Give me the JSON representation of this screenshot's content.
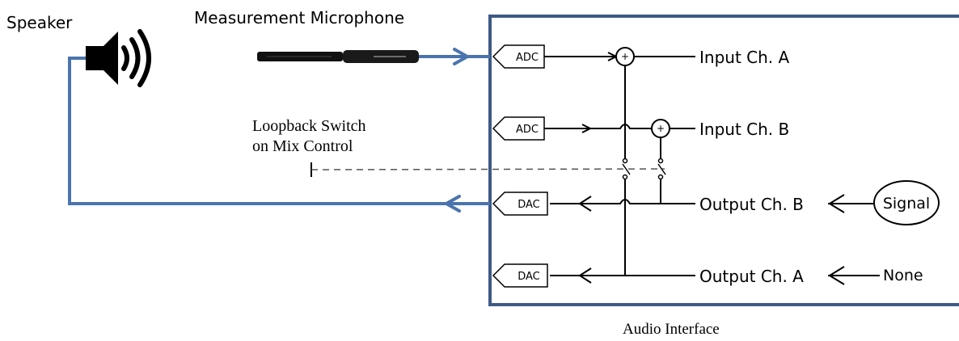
{
  "labels": {
    "speaker": "Speaker",
    "microphone": "Measurement Microphone",
    "loopback_line1": "Loopback Switch",
    "loopback_line2": "on Mix Control",
    "audio_interface": "Audio Interface"
  },
  "blocks": {
    "adc_a": "ADC",
    "adc_b": "ADC",
    "dac_b": "DAC",
    "dac_a": "DAC",
    "sum_a": "+",
    "sum_b": "+"
  },
  "channels": {
    "input_a": "Input Ch. A",
    "input_b": "Input Ch. B",
    "output_b": "Output Ch. B",
    "output_a": "Output Ch. A"
  },
  "sources": {
    "signal": "Signal",
    "none": "None"
  },
  "colors": {
    "cable_blue": "#4a74ad",
    "box_border": "#3d5a85",
    "line": "#000000"
  },
  "icons": {
    "speaker": "speaker-volume-icon",
    "microphone": "measurement-microphone-icon"
  }
}
